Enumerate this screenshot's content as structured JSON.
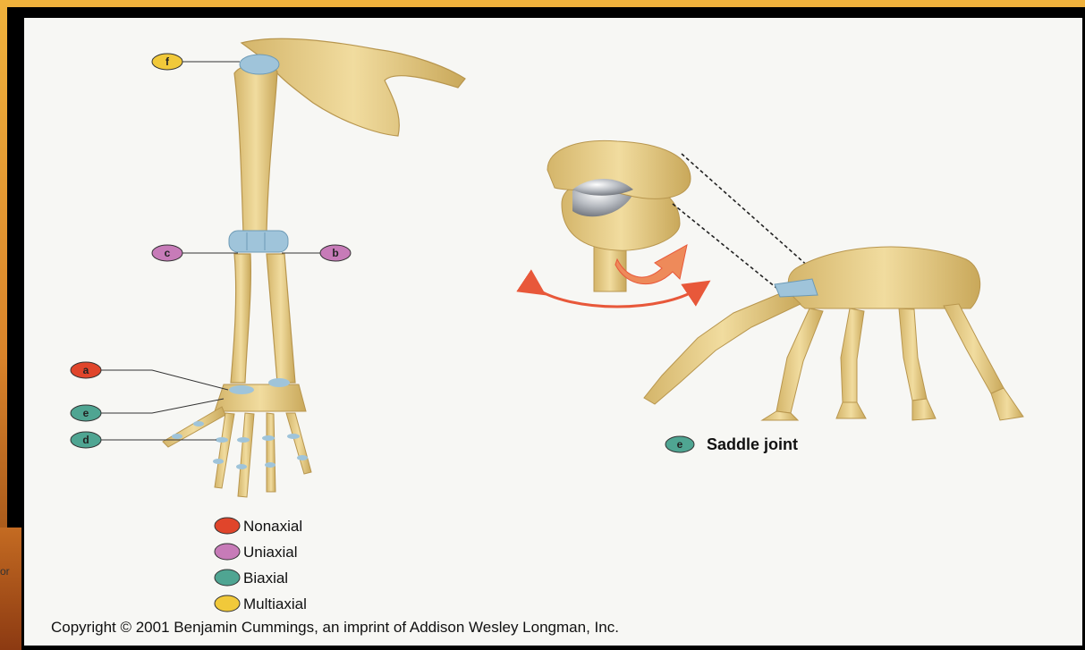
{
  "labels": {
    "a": "a",
    "b": "b",
    "c": "c",
    "d": "d",
    "e": "e",
    "f": "f",
    "saddle_marker": "e",
    "saddle_text": "Saddle joint"
  },
  "legend": [
    {
      "label": "Nonaxial",
      "color": "#e0452b"
    },
    {
      "label": "Uniaxial",
      "color": "#c77bb8"
    },
    {
      "label": "Biaxial",
      "color": "#4fa592"
    },
    {
      "label": "Multiaxial",
      "color": "#f1c93a"
    }
  ],
  "copyright": "Copyright © 2001 Benjamin Cummings, an imprint of Addison Wesley Longman, Inc.",
  "slide_fragment": "or",
  "colors": {
    "bone": "#e8cf8a",
    "bone_dark": "#c9a85a",
    "cartilage": "#9fc4da",
    "arrow": "#e8583a"
  }
}
